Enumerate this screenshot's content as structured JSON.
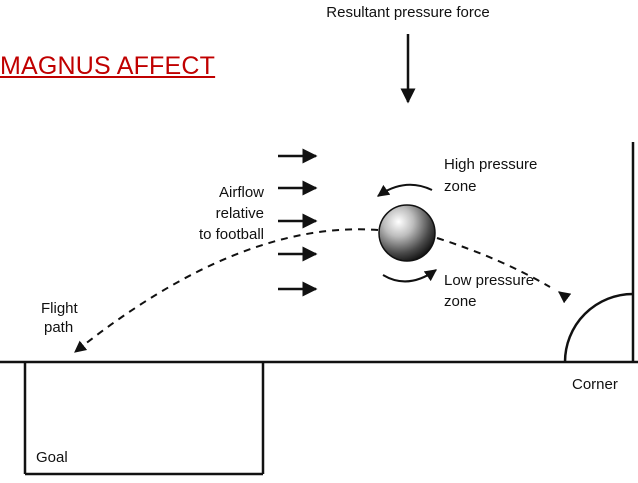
{
  "title": "MAGNUS AFFECT",
  "labels": {
    "force": "Resultant pressure force",
    "high_1": "High pressure",
    "high_2": "zone",
    "low_1": "Low pressure",
    "low_2": "zone",
    "airflow_1": "Airflow",
    "airflow_2": "relative",
    "airflow_3": "to football",
    "flight_1": "Flight",
    "flight_2": "path",
    "corner": "Corner",
    "goal": "Goal"
  },
  "colors": {
    "title": "#c00000",
    "ink": "#111111"
  }
}
